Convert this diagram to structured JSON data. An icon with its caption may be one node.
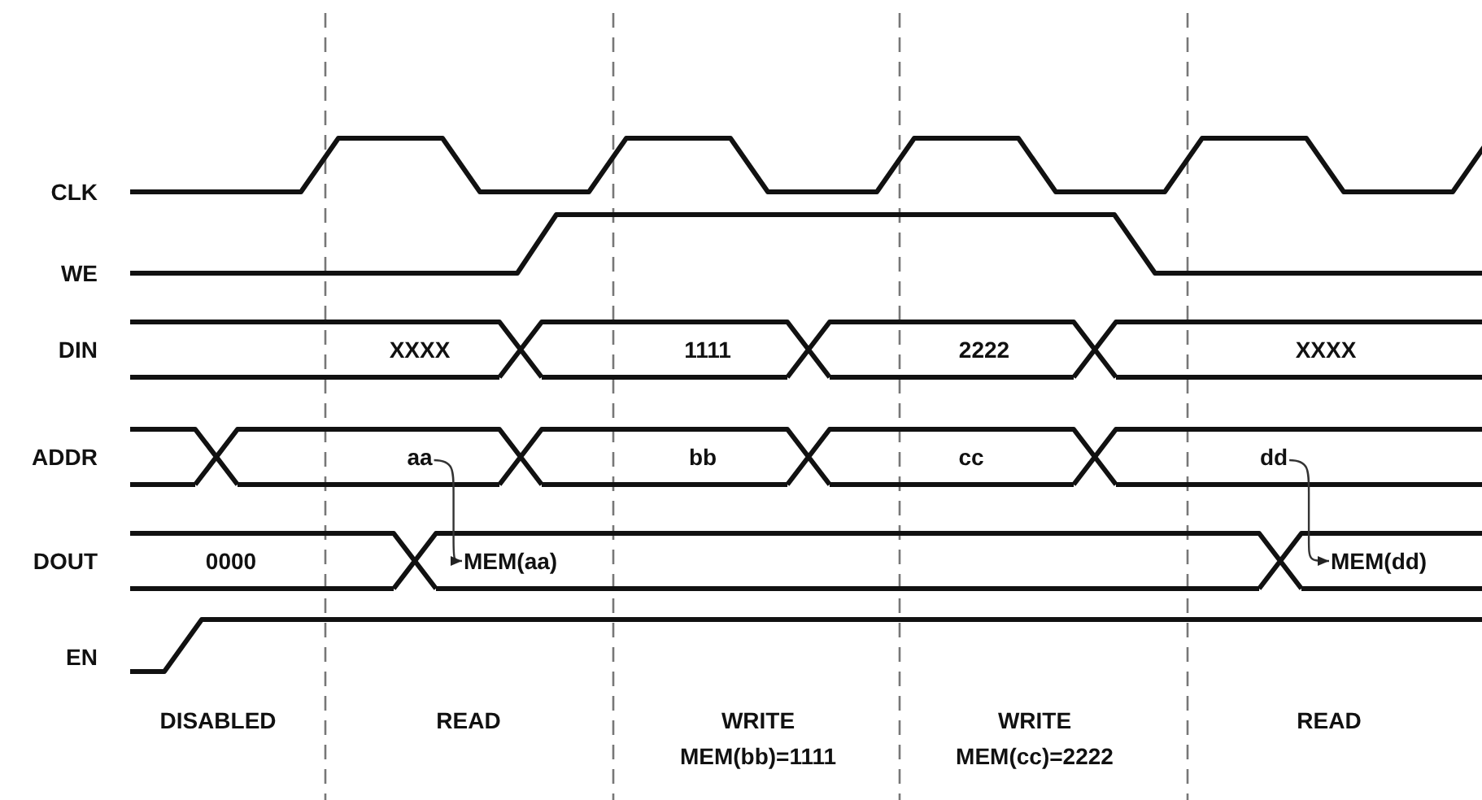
{
  "diagram": {
    "nodes": [
      {
        "text": [
          "aa"
        ]
      },
      {
        "text": [
          "MEM(aa)"
        ]
      },
      {
        "text": [
          "dd"
        ]
      },
      {
        "text": [
          "MEM(dd)"
        ]
      }
    ],
    "edges": [
      {
        "from": 0,
        "to": 1,
        "arrow": "to"
      },
      {
        "from": 2,
        "to": 3,
        "arrow": "to"
      }
    ],
    "labels": [
      "CLK",
      "WE",
      "DIN",
      "XXXX",
      "1111",
      "2222",
      "XXXX",
      "ADDR",
      "bb",
      "cc",
      "DOUT",
      "0000",
      "EN",
      "DISABLED",
      "READ",
      "WRITE",
      "WRITE",
      "READ",
      "MEM(bb)=1111",
      "MEM(cc)=2222"
    ]
  }
}
